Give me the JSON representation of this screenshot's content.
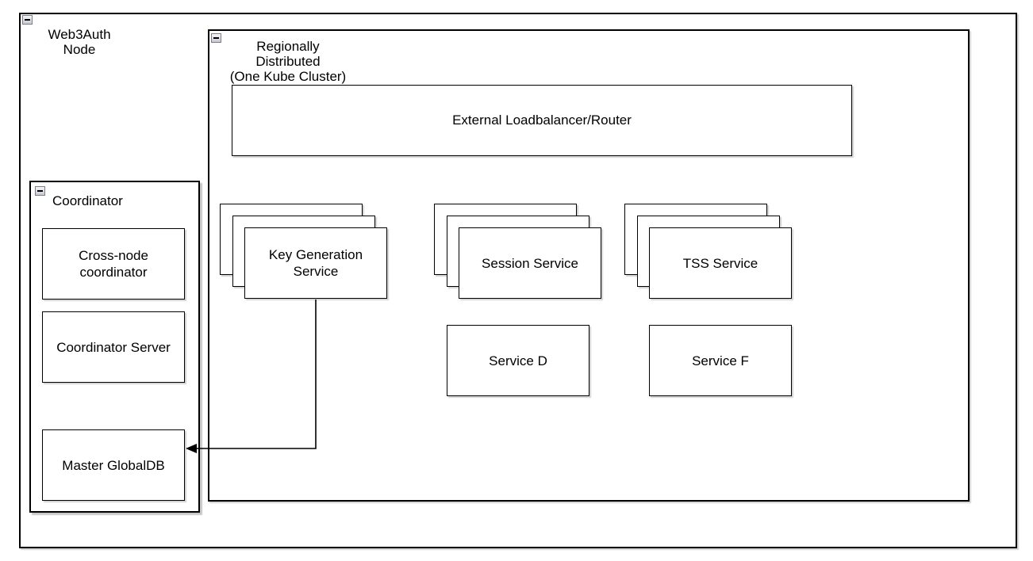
{
  "canvas": {
    "background": "#ffffff",
    "stroke_color": "#000000"
  },
  "web3auth_frame": {
    "title": "Web3Auth\nNode",
    "collapse_state": "expanded"
  },
  "regional_frame": {
    "title": "Regionally Distributed\n(One Kube Cluster)",
    "collapse_state": "expanded"
  },
  "loadbalancer": {
    "label": "External Loadbalancer/Router"
  },
  "stacks": [
    {
      "label": "Key Generation\nService"
    },
    {
      "label": "Session Service"
    },
    {
      "label": "TSS Service"
    }
  ],
  "services": [
    {
      "label": "Service D"
    },
    {
      "label": "Service F"
    }
  ],
  "coordinator_frame": {
    "title": "Coordinator",
    "collapse_state": "expanded",
    "boxes": [
      {
        "label": "Cross-node\ncoordinator"
      },
      {
        "label": "Coordinator Server"
      },
      {
        "label": "Master GlobalDB"
      }
    ]
  },
  "connector": {
    "from": "Key Generation Service",
    "to": "Master GlobalDB",
    "type": "arrow"
  }
}
